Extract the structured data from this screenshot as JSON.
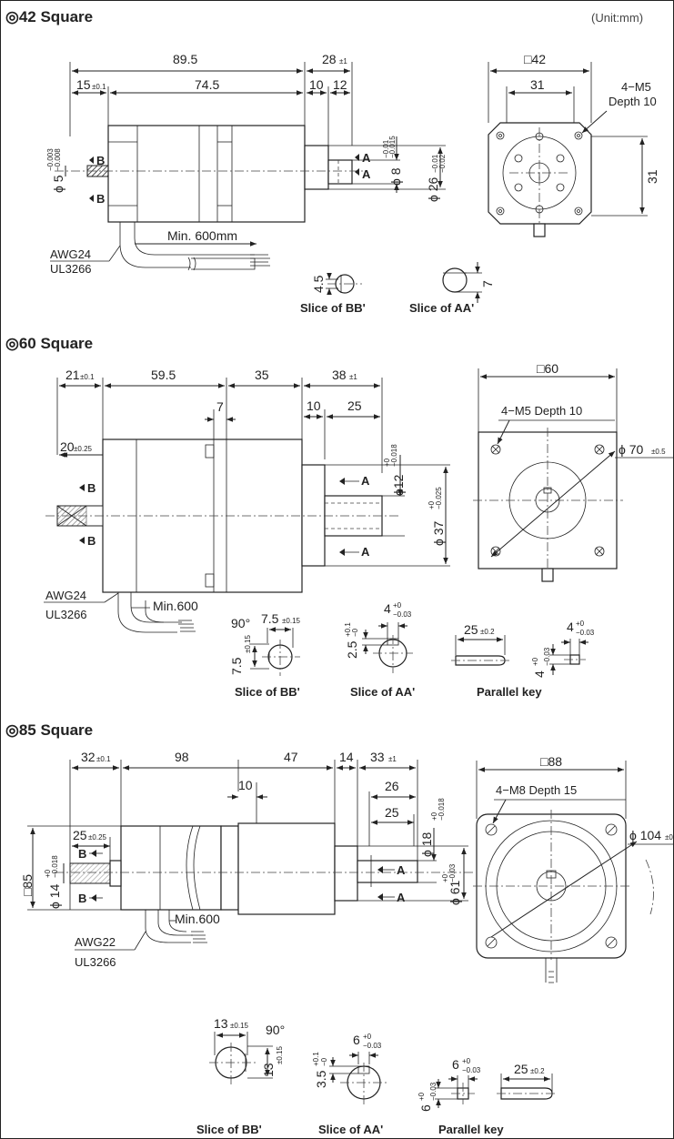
{
  "unit": "(Unit:mm)",
  "s42": {
    "title": "◎42 Square",
    "d_total": "89.5",
    "d_shaft": "28",
    "d_shaft_tol": "±1",
    "d_flange": "15",
    "d_flange_tol": "±0.1",
    "d_body": "74.5",
    "d_10": "10",
    "d_12": "12",
    "phi5": "ϕ 5",
    "phi5_tol1": "−0.003",
    "phi5_tol2": "−0.008",
    "phi8": "ϕ 8",
    "phi8_tol1": "−0.01",
    "phi8_tol2": "−0.015",
    "phi26": "ϕ 26",
    "phi26_tol1": "−0.01",
    "phi26_tol2": "−0.02",
    "sec_a": "A",
    "sec_b": "B",
    "cable_len": "Min. 600mm",
    "awg": "AWG24",
    "ul": "UL3266",
    "sq": "□42",
    "d_31h": "31",
    "d_31v": "31",
    "holes1": "4−M5",
    "holes2": "Depth 10",
    "bb_45": "4.5",
    "aa_7": "7",
    "cap_bb": "Slice of BB'",
    "cap_aa": "Slice of AA'"
  },
  "s60": {
    "title": "◎60 Square",
    "d_21": "21",
    "d_21_tol": "±0.1",
    "d_595": "59.5",
    "d_35": "35",
    "d_38": "38",
    "d_38_tol": "±1",
    "d_7": "7",
    "d_10": "10",
    "d_25": "25",
    "d_20": "20",
    "d_20_tol": "±0.25",
    "phi12": "ϕ12",
    "phi12_tol1": "+0",
    "phi12_tol2": "−0.018",
    "phi37": "ϕ 37",
    "phi37_tol1": "+0",
    "phi37_tol2": "−0.025",
    "sec_a": "A",
    "sec_b": "B",
    "cable_len": "Min.600",
    "awg": "AWG24",
    "ul": "UL3266",
    "sq": "□60",
    "holes": "4−M5 Depth 10",
    "phi70": "ϕ 70",
    "phi70_tol": "±0.5",
    "bb_90": "90°",
    "bb_75a": "7.5",
    "bb_75a_tol": "±0.15",
    "bb_75b": "7.5",
    "bb_75b_tol": "±0.15",
    "aa_4": "4",
    "aa_4_tol1": "+0",
    "aa_4_tol2": "−0.03",
    "aa_25": "2.5",
    "aa_25_tol1": "+0.1",
    "aa_25_tol2": "−0",
    "key_25": "25",
    "key_25_tol": "±0.2",
    "key_4a": "4",
    "key_4a_tol1": "+0",
    "key_4a_tol2": "−0.03",
    "key_4b": "4",
    "key_4b_tol1": "+0",
    "key_4b_tol2": "−0.03",
    "cap_bb": "Slice of BB'",
    "cap_aa": "Slice of AA'",
    "cap_key": "Parallel key"
  },
  "s85": {
    "title": "◎85 Square",
    "d_32": "32",
    "d_32_tol": "±0.1",
    "d_98": "98",
    "d_47": "47",
    "d_14": "14",
    "d_33": "33",
    "d_33_tol": "±1",
    "d_10": "10",
    "d_26": "26",
    "d_25": "25",
    "d_25b": "25",
    "d_25b_tol": "±0.25",
    "sq85": "□85",
    "phi14": "ϕ 14",
    "phi14_tol1": "+0",
    "phi14_tol2": "−0.018",
    "phi18": "ϕ 18",
    "phi18_tol1": "+0",
    "phi18_tol2": "−0.018",
    "phi61": "ϕ 61",
    "phi61_tol1": "+0",
    "phi61_tol2": "−0.03",
    "sec_a": "A",
    "sec_b": "B",
    "cable_len": "Min.600",
    "awg": "AWG22",
    "ul": "UL3266",
    "sq": "□88",
    "holes": "4−M8 Depth 15",
    "phi104": "ϕ 104",
    "phi104_tol": "±0",
    "bb_13a": "13",
    "bb_13a_tol": "±0.15",
    "bb_90": "90°",
    "bb_13b": "13",
    "bb_13b_tol": "±0.15",
    "aa_6": "6",
    "aa_6_tol1": "+0",
    "aa_6_tol2": "−0.03",
    "aa_35": "3.5",
    "aa_35_tol1": "+0.1",
    "aa_35_tol2": "−0",
    "key_6a": "6",
    "key_6a_tol1": "+0",
    "key_6a_tol2": "−0.03",
    "key_25": "25",
    "key_25_tol": "±0.2",
    "key_6b": "6",
    "key_6b_tol1": "+0",
    "key_6b_tol2": "−0.03",
    "cap_bb": "Slice of BB'",
    "cap_aa": "Slice of AA'",
    "cap_key": "Parallel key"
  }
}
